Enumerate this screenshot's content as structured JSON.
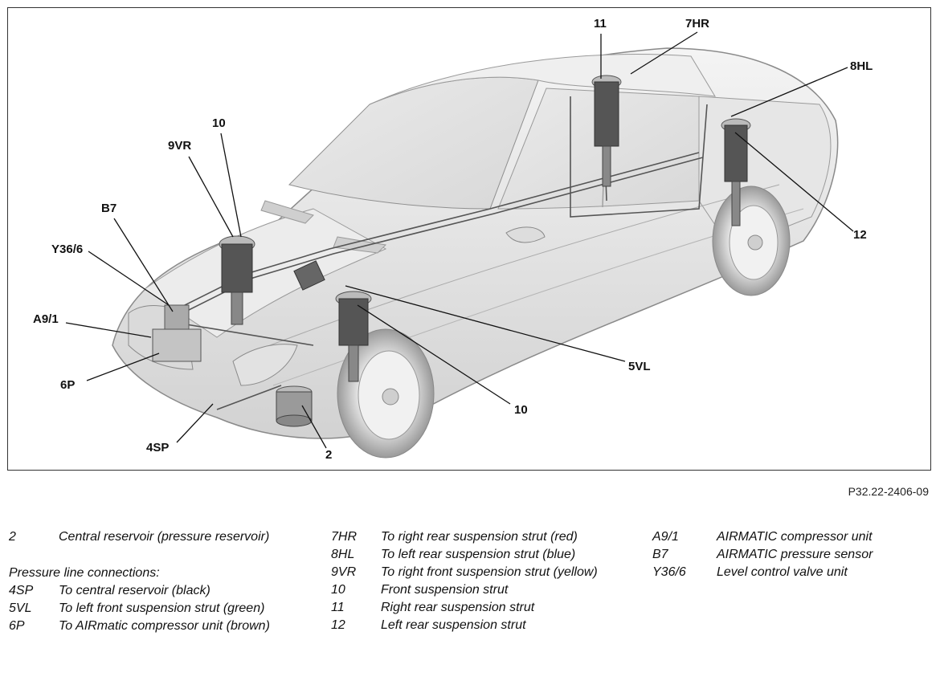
{
  "figure": {
    "id": "P32.22-2406-09",
    "callouts": {
      "c11": "11",
      "c7hr": "7HR",
      "c8hl": "8HL",
      "c10_top": "10",
      "c9vr": "9VR",
      "cb7": "B7",
      "cy36": "Y36/6",
      "ca91": "A9/1",
      "c6p": "6P",
      "c4sp": "4SP",
      "c2": "2",
      "c10_bottom": "10",
      "c5vl": "5VL",
      "c12": "12"
    }
  },
  "legend": {
    "col1": {
      "items_top": [
        {
          "code": "2",
          "text": "Central reservoir (pressure reservoir)"
        }
      ],
      "heading": "Pressure line connections:",
      "items": [
        {
          "code": "4SP",
          "text": "To central reservoir (black)"
        },
        {
          "code": "5VL",
          "text": "To left front suspension strut (green)"
        },
        {
          "code": "6P",
          "text": "To AIRmatic compressor unit (brown)"
        }
      ]
    },
    "col2": {
      "items": [
        {
          "code": "7HR",
          "text": "To right rear suspension strut (red)"
        },
        {
          "code": "8HL",
          "text": "To left rear suspension strut (blue)"
        },
        {
          "code": "9VR",
          "text": "To right front suspension strut (yellow)"
        },
        {
          "code": "10",
          "text": "Front suspension strut"
        },
        {
          "code": "11",
          "text": "Right rear suspension strut"
        },
        {
          "code": "12",
          "text": "Left rear suspension strut"
        }
      ]
    },
    "col3": {
      "items": [
        {
          "code": "A9/1",
          "text": "AIRMATIC compressor unit"
        },
        {
          "code": "B7",
          "text": "AIRMATIC pressure sensor"
        },
        {
          "code": "Y36/6",
          "text": "Level control valve unit"
        }
      ]
    }
  }
}
